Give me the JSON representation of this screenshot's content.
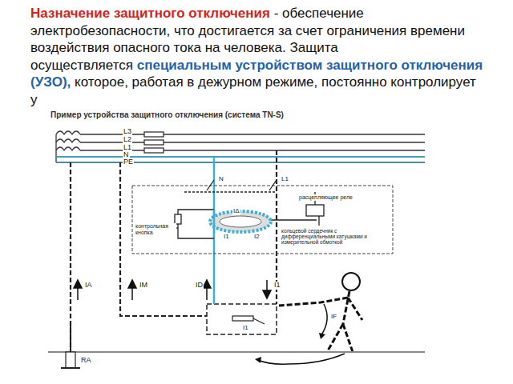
{
  "diagram": {
    "title": "Пример устройства защитного отключения (система TN-S)",
    "labels": [
      "Назначение защитного отключения",
      "- обеспечение электробезопасности, что достигается за счет ограничения времени воздействия опасного тока на человека. Защита осуществляется",
      "специальным устройством защитного отключения (УЗО),",
      "которое, работая в дежурном режиме, постоянно контролирует у",
      "L3",
      "L2",
      "L1",
      "N",
      "PE",
      "N",
      "L1",
      "IΔ",
      "I1",
      "I2",
      "контрольная кнопка",
      "расцепляющее реле",
      "кольцевой сердечник с дифференциальными катушками и измерительной обмоткой",
      "IA",
      "IM",
      "ID",
      "I1",
      "I1",
      "IF",
      "RA"
    ]
  }
}
